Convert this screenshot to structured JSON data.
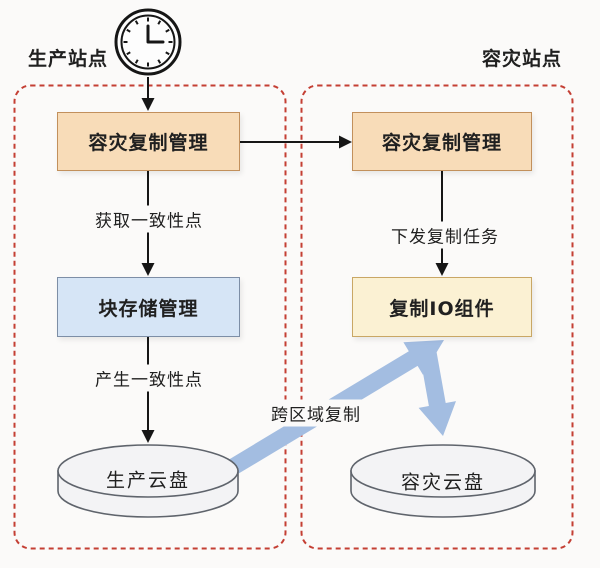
{
  "colors": {
    "bg": "#fbfaf9",
    "text": "#202020",
    "peach-fill": "#f8dcb8",
    "peach-border": "#c2905c",
    "cream-fill": "#fbf1d3",
    "cream-border": "#c9a765",
    "blue-fill": "#d6e5f6",
    "blue-border": "#7d8ea6",
    "cylinder-fill": "#f3f3f5",
    "cylinder-border": "#5f646c",
    "dashed-border": "#c43f34",
    "blue-arrow": "#a3bde1",
    "line": "#161616"
  },
  "production_site": {
    "title": "生产站点",
    "drm_box": "容灾复制管理",
    "block_storage_box": "块存储管理",
    "disk": "生产云盘",
    "edge_get_consistency": "获取一致性点",
    "edge_produce_consistency": "产生一致性点"
  },
  "dr_site": {
    "title": "容灾站点",
    "drm_box": "容灾复制管理",
    "replication_io_box": "复制IO组件",
    "disk": "容灾云盘",
    "edge_dispatch_task": "下发复制任务"
  },
  "cross_region": {
    "label": "跨区域复制"
  }
}
